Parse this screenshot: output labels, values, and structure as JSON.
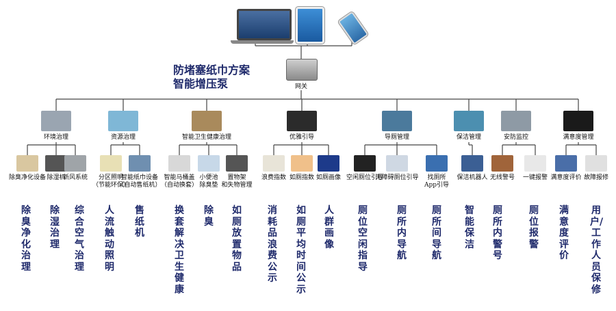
{
  "title": {
    "line1": "防堵塞纸巾方案",
    "line2": "智能增压泵"
  },
  "devices": {
    "laptop_icon": "laptop-icon",
    "tablet_icon": "tablet-icon",
    "phone_icon": "phone-icon"
  },
  "gateway": {
    "label": "网关"
  },
  "categories": [
    {
      "key": "env",
      "label": "环境治理"
    },
    {
      "key": "res",
      "label": "资源治理"
    },
    {
      "key": "toilet",
      "label": "智能卫生健康治理"
    },
    {
      "key": "elegant",
      "label": "优雅引导"
    },
    {
      "key": "guide",
      "label": "导厕管理"
    },
    {
      "key": "clean",
      "label": "保洁管理"
    },
    {
      "key": "sec",
      "label": "安防监控"
    },
    {
      "key": "sat",
      "label": "满意度管理"
    }
  ],
  "leaves": [
    {
      "label": "除臭净化设备"
    },
    {
      "label": "除湿机"
    },
    {
      "label": "新风系统"
    },
    {
      "label": "分区照明",
      "sub": "（节能环保）"
    },
    {
      "label": "智能纸巾设备",
      "sub": "（自动售纸机）"
    },
    {
      "label": "智能马桶盖",
      "sub": "（自动换套）"
    },
    {
      "label": "小便池",
      "sub": "除臭垫"
    },
    {
      "label": "置物架",
      "sub": "和失物管理"
    },
    {
      "label": "浪费指数"
    },
    {
      "label": "如厕指数"
    },
    {
      "label": "如厕画像"
    },
    {
      "label": "空闲厕位引导"
    },
    {
      "label": "无障碍厕位引导"
    },
    {
      "label": "找厕所",
      "sub": "App引导"
    },
    {
      "label": "保洁机器人"
    },
    {
      "label": "无线警号"
    },
    {
      "label": "一键报警"
    },
    {
      "label": "满意度评价"
    },
    {
      "label": "故障报修"
    }
  ],
  "descriptions": [
    "除臭净化治理",
    "除湿治理",
    "综合空气治理",
    "人流触动照明",
    "售纸机",
    "换套解决卫生健康",
    "除臭",
    "如厕放置物品",
    "消耗品浪费公示",
    "如厕平均时间公示",
    "人群画像",
    "厕位空闲指导",
    "厕所内导航",
    "厕所间导航",
    "智能保洁",
    "厕所内警号",
    "厕位报警",
    "满意度评价",
    "用户/工作人员保修"
  ],
  "colors": {
    "title": "#1f2a6b",
    "line": "#444444"
  }
}
